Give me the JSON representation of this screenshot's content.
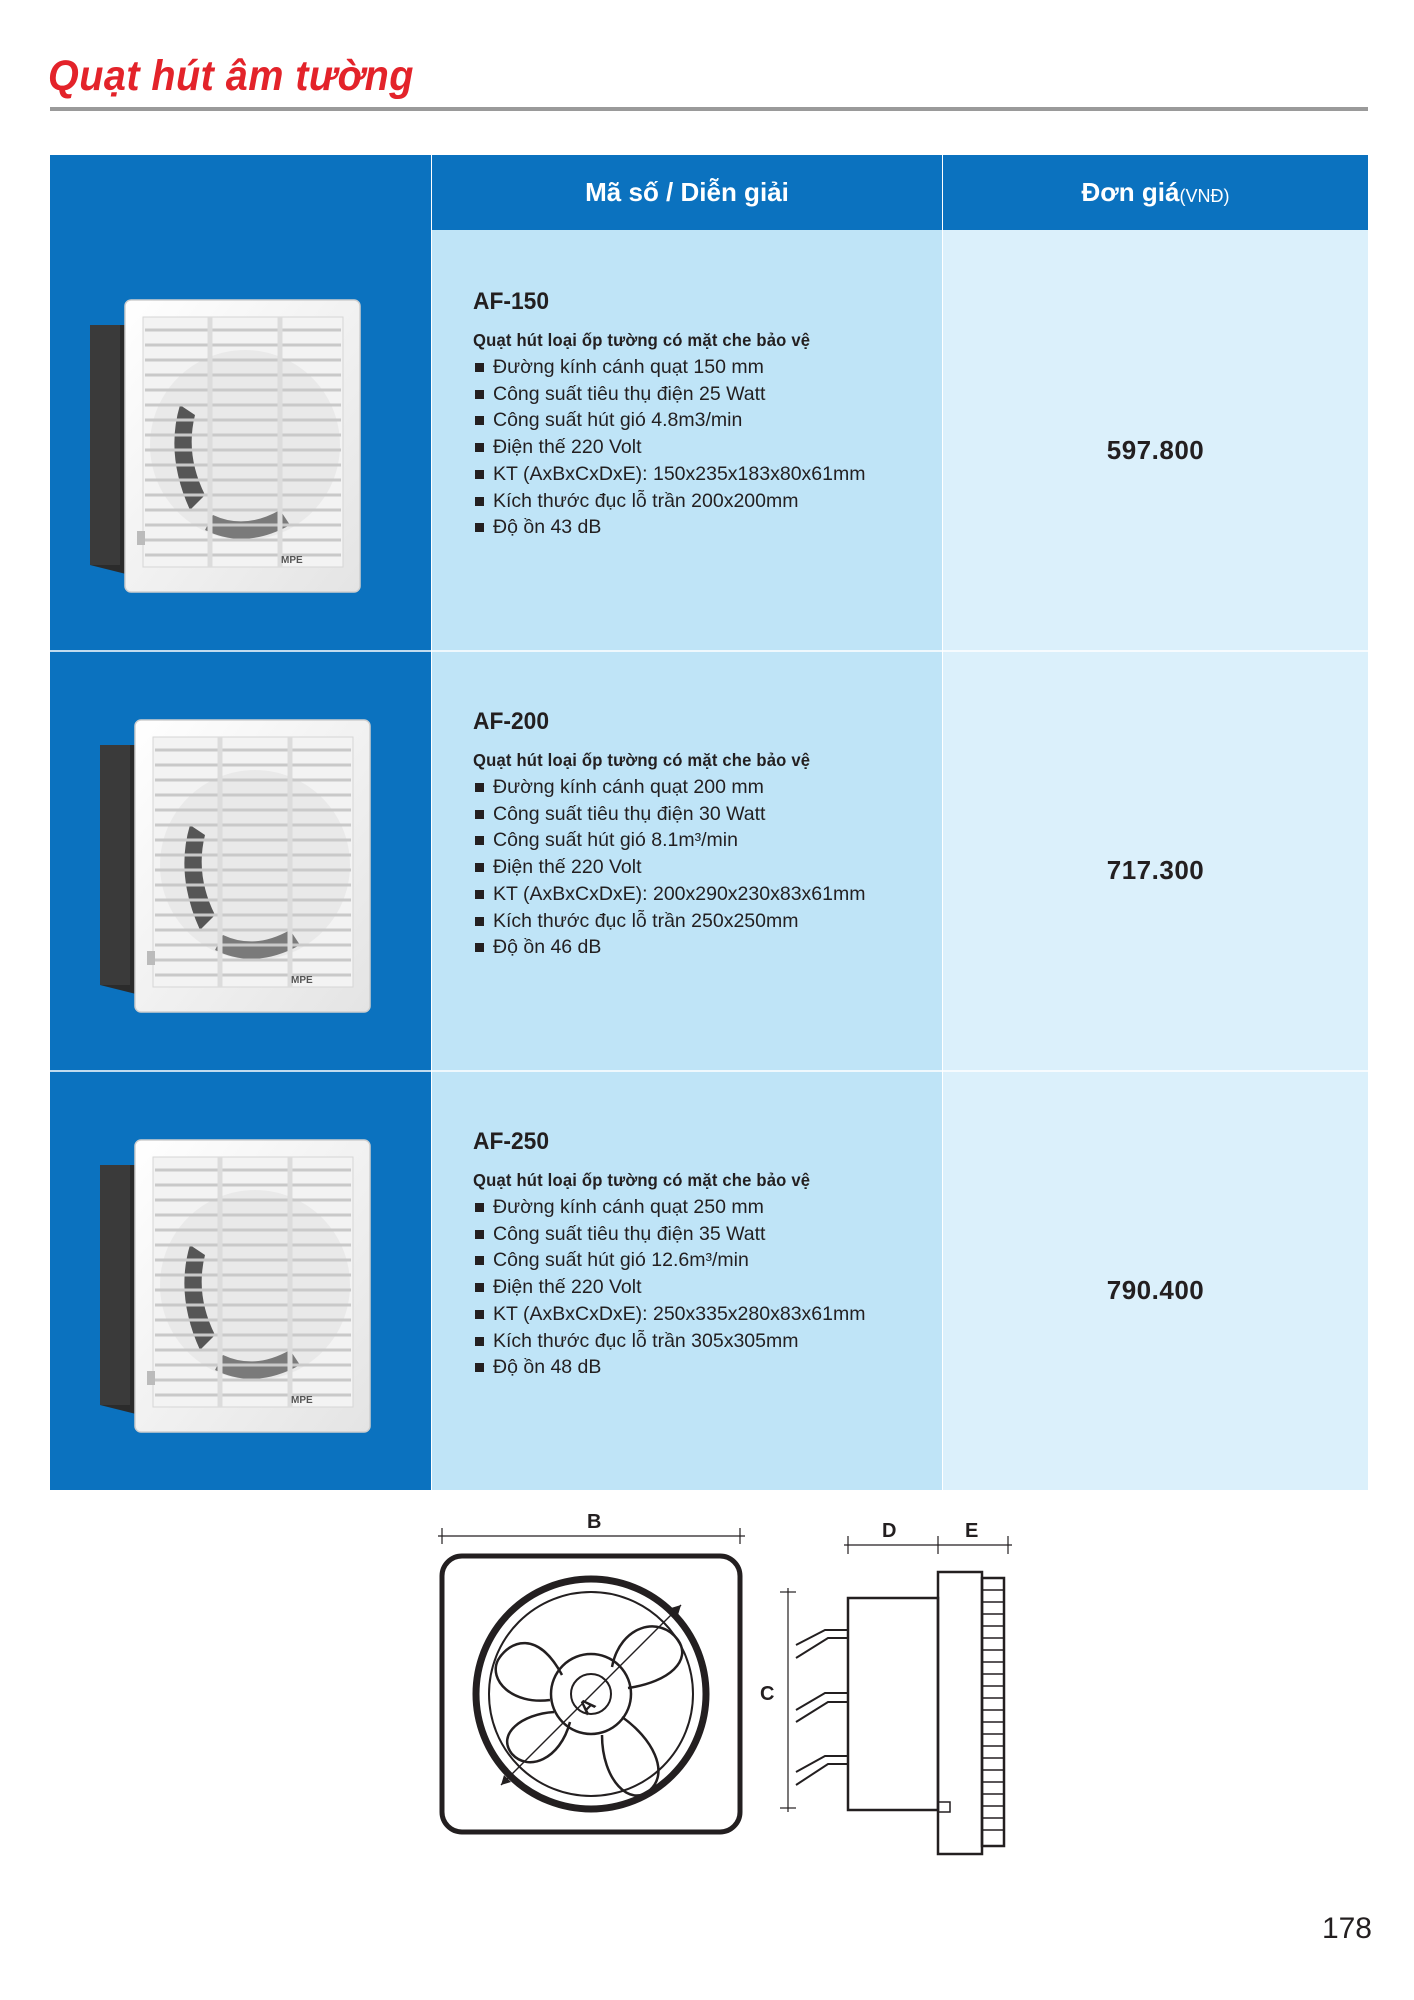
{
  "page": {
    "title": "Quạt hút âm tường",
    "number": "178"
  },
  "table": {
    "header_desc": "Mã số / Diễn giải",
    "header_price": "Đơn giá",
    "header_price_unit": "(VNĐ)"
  },
  "products": [
    {
      "model": "AF-150",
      "subtitle": "Quạt hút loại ốp tường có mặt che bảo vệ",
      "specs": [
        "Đường kính cánh quạt 150 mm",
        "Công suất tiêu thụ điện 25 Watt",
        "Công suất hút gió 4.8m3/min",
        "Điện thế 220 Volt",
        "KT (AxBxCxDxE): 150x235x183x80x61mm",
        "Kích thước đục lỗ trần 200x200mm",
        "Độ ồn 43 dB"
      ],
      "price": "597.800",
      "brand": "MPE"
    },
    {
      "model": "AF-200",
      "subtitle": "Quạt hút loại ốp tường có mặt che bảo vệ",
      "specs": [
        "Đường kính cánh quạt 200 mm",
        "Công suất tiêu thụ điện 30 Watt",
        "Công suất hút gió 8.1m³/min",
        "Điện thế 220 Volt",
        "KT (AxBxCxDxE): 200x290x230x83x61mm",
        "Kích thước đục lỗ trần 250x250mm",
        "Độ ồn 46 dB"
      ],
      "price": "717.300",
      "brand": "MPE"
    },
    {
      "model": "AF-250",
      "subtitle": "Quạt hút loại ốp tường có mặt che bảo vệ",
      "specs": [
        "Đường kính cánh quạt 250 mm",
        "Công suất tiêu thụ điện 35 Watt",
        "Công suất hút gió 12.6m³/min",
        "Điện thế 220 Volt",
        "KT (AxBxCxDxE): 250x335x280x83x61mm",
        "Kích thước đục lỗ trần 305x305mm",
        "Độ ồn 48 dB"
      ],
      "price": "790.400",
      "brand": "MPE"
    }
  ],
  "diagram": {
    "labels": {
      "a": "A",
      "b": "B",
      "c": "C",
      "d": "D",
      "e": "E"
    }
  },
  "colors": {
    "title_red": "#e3232a",
    "brand_blue": "#0b72bf",
    "desc_bg": "#bfe4f7",
    "price_bg": "#dbf0fb"
  }
}
